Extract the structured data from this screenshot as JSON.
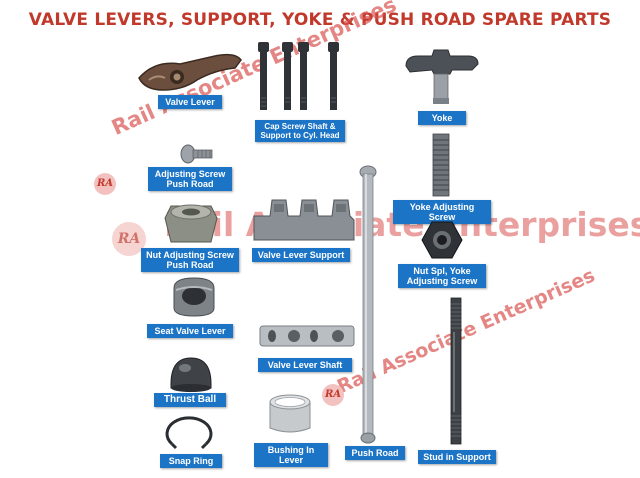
{
  "title": "VALVE LEVERS, SUPPORT, YOKE & PUSH ROAD SPARE PARTS",
  "watermark": {
    "text": "Rail Associate Enterprises",
    "logo": "RA",
    "color": "#d9534f"
  },
  "labels": {
    "valve_lever": "Valve Lever",
    "cap_screw": "Cap Screw Shaft & Support to Cyl. Head",
    "yoke": "Yoke",
    "adjusting_screw": "Adjusting Screw Push Road",
    "yoke_adjusting_screw": "Yoke Adjusting Screw",
    "nut_adjusting_screw": "Nut Adjusting Screw Push Road",
    "valve_lever_support": "Valve Lever Support",
    "nut_spl_yoke": "Nut Spl, Yoke Adjusting Screw",
    "seat_valve_lever": "Seat Valve Lever",
    "valve_lever_shaft": "Valve Lever Shaft",
    "thrust_ball": "Thrust Ball",
    "snap_ring": "Snap Ring",
    "bushing_in_lever": "Bushing In Lever",
    "push_road": "Push Road",
    "stud_in_support": "Stud  in Support"
  },
  "colors": {
    "title": "#c0392b",
    "label_bg": "#1c74c6",
    "label_text": "#ffffff"
  }
}
